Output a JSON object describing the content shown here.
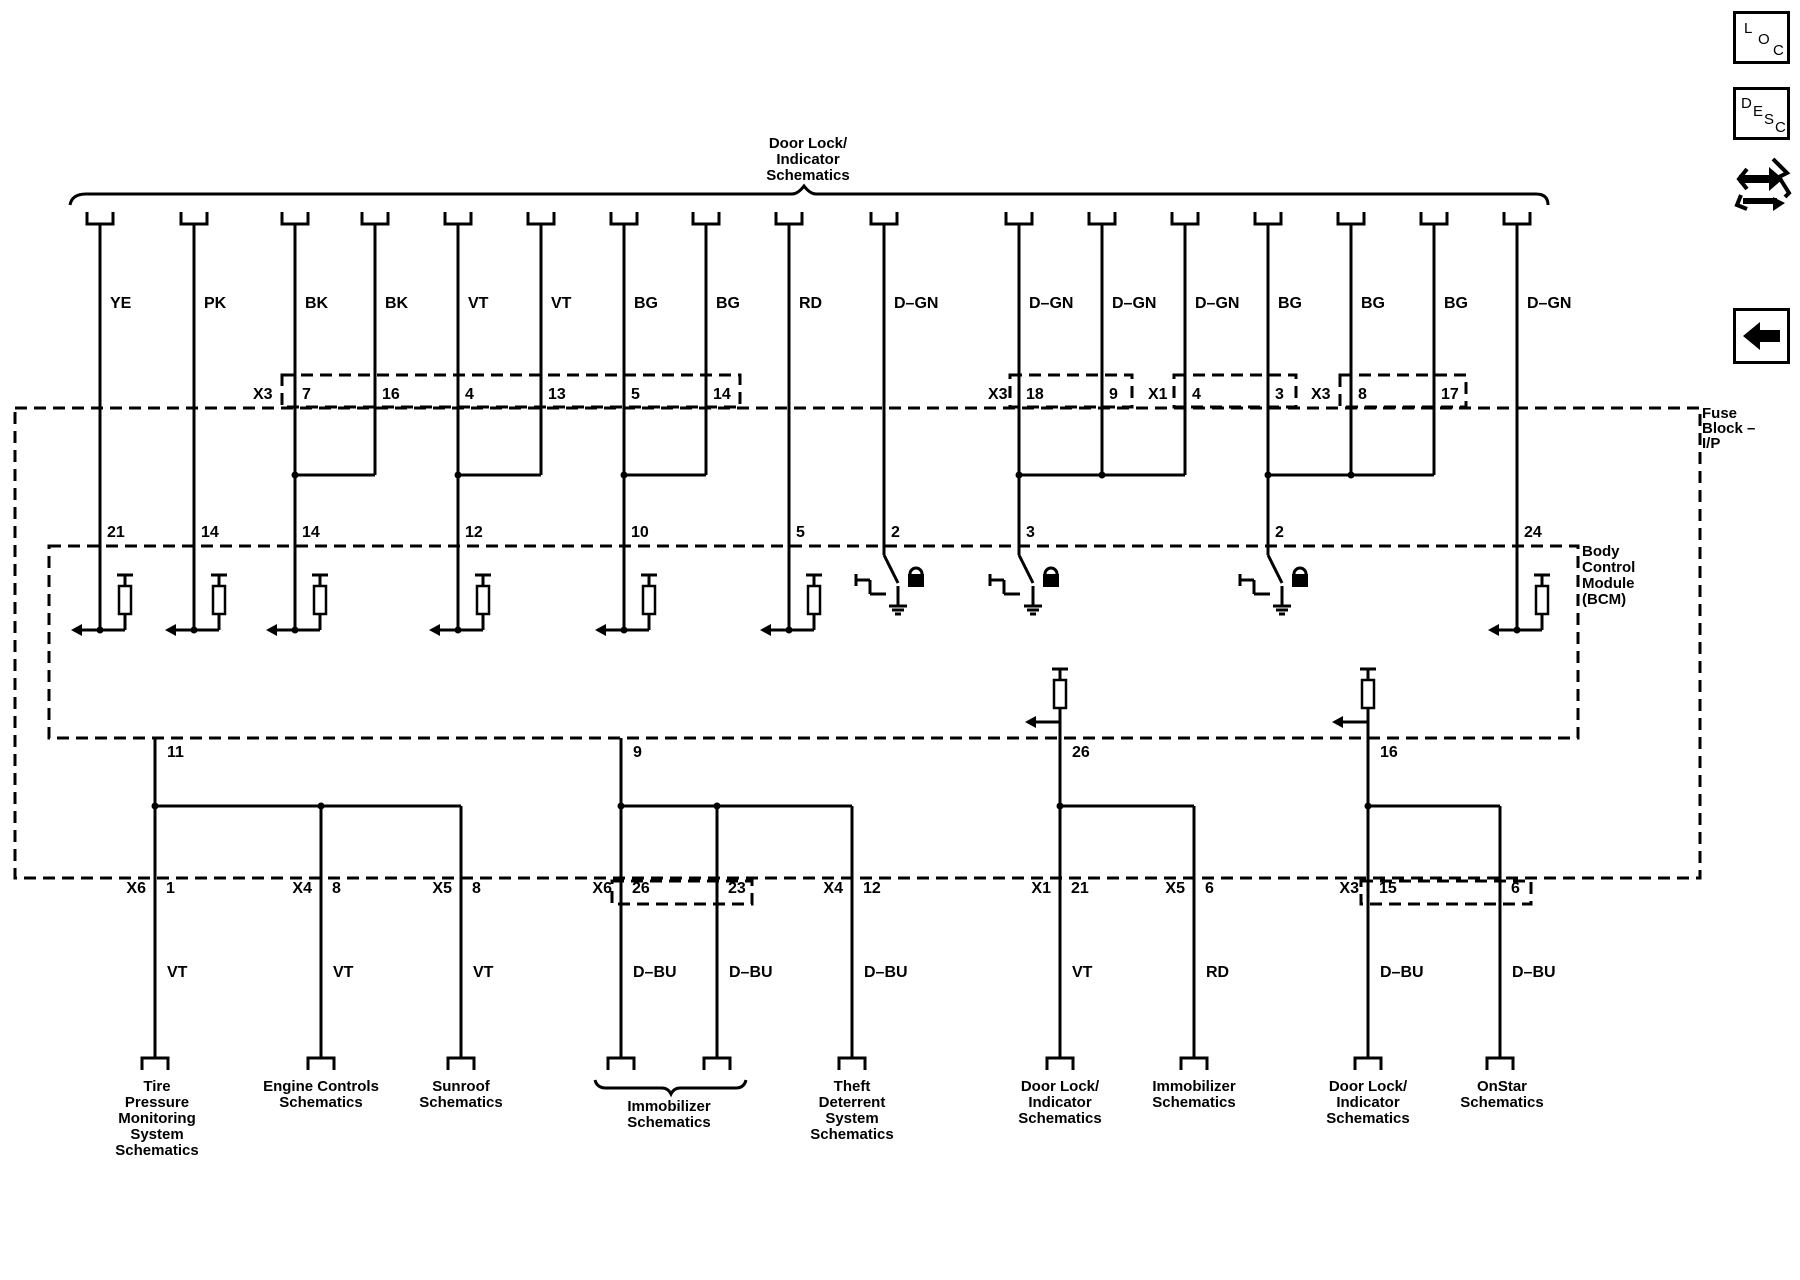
{
  "title": "Door Lock/ Indicator Schematics",
  "modules": {
    "fuse_block": "Fuse Block – I/P",
    "bcm": "Body Control Module (BCM)"
  },
  "top_wires": [
    {
      "color": "YE",
      "pin": "21"
    },
    {
      "color": "PK",
      "pin": "14"
    },
    {
      "color": "BK",
      "pin": "14"
    },
    {
      "color": "BK"
    },
    {
      "color": "VT",
      "pin": "12"
    },
    {
      "color": "VT"
    },
    {
      "color": "BG",
      "pin": "10"
    },
    {
      "color": "BG"
    },
    {
      "color": "RD",
      "pin": "5"
    },
    {
      "color": "D–GN",
      "pin": "2"
    },
    {
      "color": "D–GN",
      "pin": "3"
    },
    {
      "color": "D–GN"
    },
    {
      "color": "D–GN"
    },
    {
      "color": "BG",
      "pin": "2"
    },
    {
      "color": "BG"
    },
    {
      "color": "BG"
    },
    {
      "color": "D–GN",
      "pin": "24"
    }
  ],
  "upper_connectors": [
    {
      "id": "X3",
      "pins": [
        "7",
        "16",
        "4",
        "13",
        "5",
        "14"
      ]
    },
    {
      "id": "X3",
      "pins": [
        "18",
        "9"
      ]
    },
    {
      "id": "X1",
      "pins": [
        "4",
        "3"
      ]
    },
    {
      "id": "X3",
      "pins": [
        "8",
        "17"
      ]
    }
  ],
  "bcm_lower_pins": [
    "11",
    "9",
    "26",
    "16"
  ],
  "bottom_wires": [
    {
      "connector": "X6",
      "pin": "1",
      "color": "VT"
    },
    {
      "connector": "X4",
      "pin": "8",
      "color": "VT"
    },
    {
      "connector": "X5",
      "pin": "8",
      "color": "VT"
    },
    {
      "connector": "X6",
      "pin": "26",
      "color": "D–BU"
    },
    {
      "pin": "23",
      "color": "D–BU"
    },
    {
      "connector": "X4",
      "pin": "12",
      "color": "D–BU"
    },
    {
      "connector": "X1",
      "pin": "21",
      "color": "VT"
    },
    {
      "connector": "X5",
      "pin": "6",
      "color": "RD"
    },
    {
      "connector": "X3",
      "pin": "15",
      "color": "D–BU"
    },
    {
      "pin": "6",
      "color": "D–BU"
    }
  ],
  "bottom_destinations": [
    "Tire Pressure Monitoring System Schematics",
    "Engine Controls Schematics",
    "Sunroof Schematics",
    "Immobilizer Schematics",
    "Theft Deterrent System Schematics",
    "Door Lock/ Indicator Schematics",
    "Immobilizer Schematics",
    "Door Lock/ Indicator Schematics",
    "OnStar Schematics"
  ],
  "nav": {
    "loc": [
      "L",
      "O",
      "C"
    ],
    "desc": [
      "D",
      "E",
      "S",
      "C"
    ],
    "icons": [
      "loc-icon",
      "desc-icon",
      "connector-repair-icon",
      "back-arrow-icon"
    ]
  }
}
